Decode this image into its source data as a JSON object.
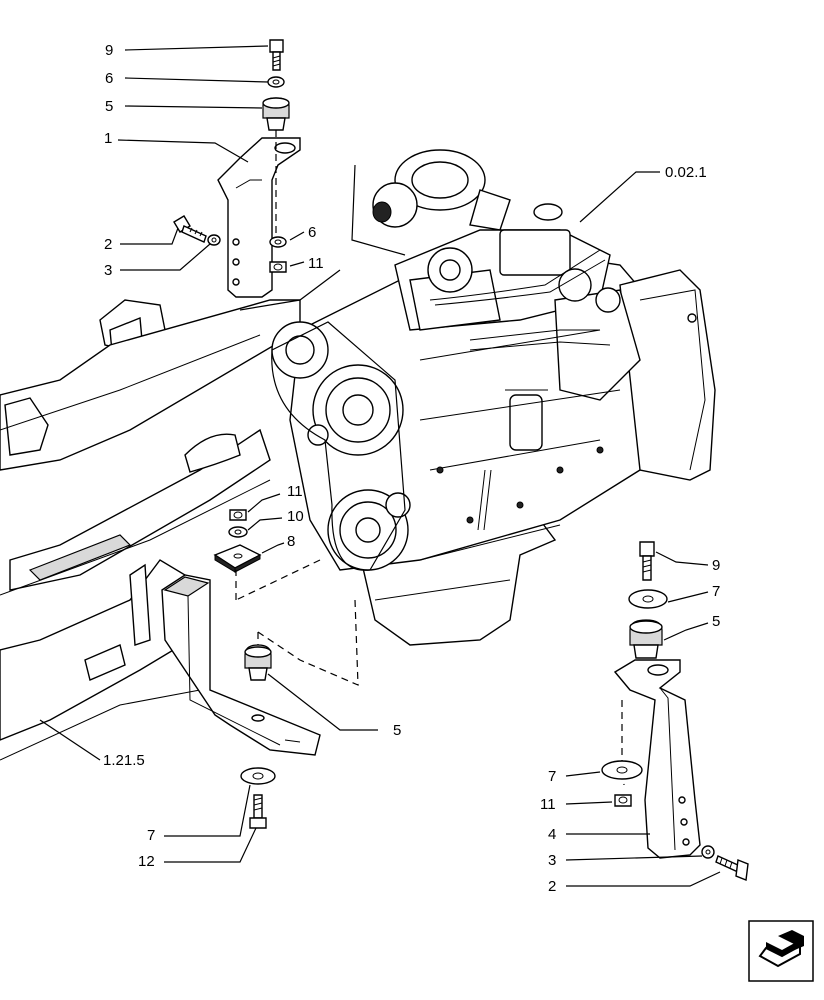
{
  "callouts": {
    "c9_top": "9",
    "c6_top": "6",
    "c5_top": "5",
    "c1": "1",
    "c2_left": "2",
    "c3_left": "3",
    "c6_mid": "6",
    "c11_mid": "11",
    "c0021": "0.02.1",
    "c11_center": "11",
    "c10": "10",
    "c8": "8",
    "c9_right": "9",
    "c7_right": "7",
    "c5_right": "5",
    "c5_bottom": "5",
    "c1215": "1.21.5",
    "c7_bl": "7",
    "c12": "12",
    "c7_br": "7",
    "c11_br": "11",
    "c4": "4",
    "c3_br": "3",
    "c2_br": "2"
  },
  "icons": {
    "navigation": "next-page-arrow-icon"
  }
}
